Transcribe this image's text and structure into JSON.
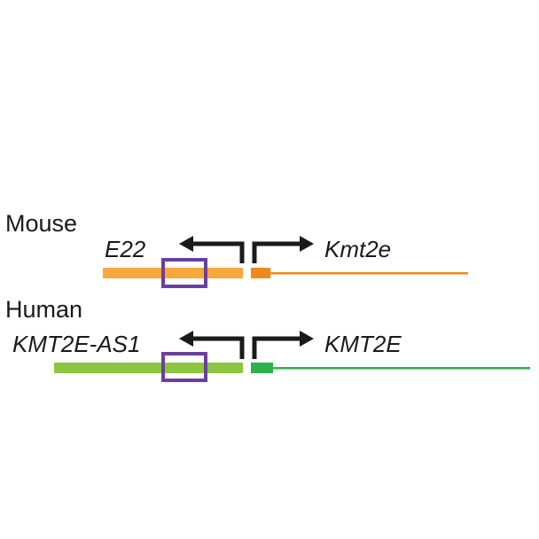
{
  "colors": {
    "mouse_antisense": "#f5a83c",
    "mouse_gene": "#ef8a1a",
    "human_antisense": "#8cc63f",
    "human_gene": "#2bb24c",
    "highlight_box": "#6b3fa0",
    "arrows": "#1a1a1a"
  },
  "mouse": {
    "species": "Mouse",
    "antisense_label": "E22",
    "gene_label": "Kmt2e"
  },
  "human": {
    "species": "Human",
    "antisense_label": "KMT2E-AS1",
    "gene_label": "KMT2E"
  }
}
